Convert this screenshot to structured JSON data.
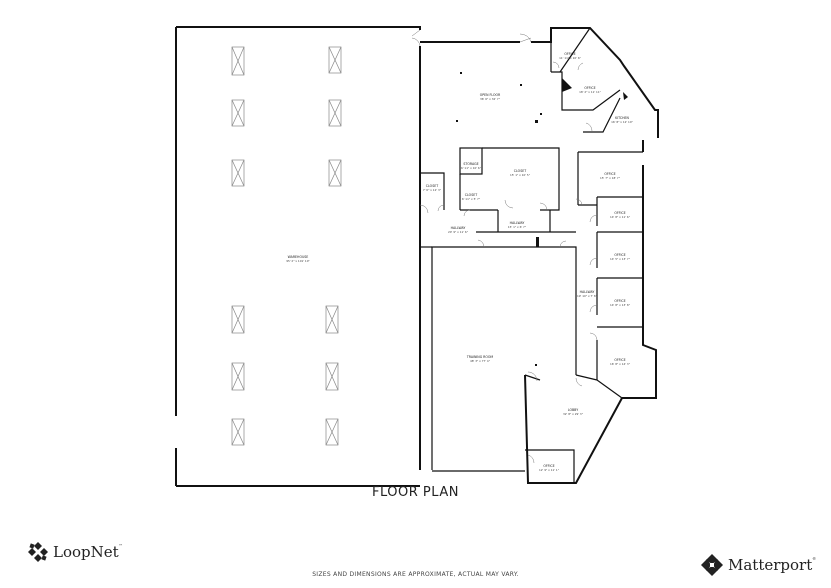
{
  "title": "FLOOR PLAN",
  "disclaimer": "SIZES AND DIMENSIONS ARE APPROXIMATE, ACTUAL MAY VARY.",
  "brands": {
    "left": {
      "name": "LoopNet",
      "mark": "™"
    },
    "right": {
      "name": "Matterport",
      "mark": "®"
    }
  },
  "rooms": {
    "warehouse": {
      "name": "WAREHOUSE",
      "dims": "95' 2\" x 101' 10\""
    },
    "open_floor": {
      "name": "OPEN FLOOR",
      "dims": "36' 6\" x 32' 7\""
    },
    "office_top": {
      "name": "OFFICE",
      "dims": "11' 11\" x 10' 6\""
    },
    "office_2": {
      "name": "OFFICE",
      "dims": "18' 2\" x 11' 11\""
    },
    "kitchen": {
      "name": "KITCHEN",
      "dims": "16' 8\" x 12' 10\""
    },
    "storage": {
      "name": "STORAGE",
      "dims": "6' 11\" x 10' 6\""
    },
    "closet_big": {
      "name": "CLOSET",
      "dims": "15' 1\" x 10' 5\""
    },
    "closet_left": {
      "name": "CLOSET",
      "dims": "7' 6\" x 12' 3\""
    },
    "closet_small": {
      "name": "CLOSET",
      "dims": "6' 11\" x 5' 7\""
    },
    "office_3": {
      "name": "OFFICE",
      "dims": "15' 7\" x 18' 7\""
    },
    "office_4": {
      "name": "OFFICE",
      "dims": "14' 8\" x 11' 6\""
    },
    "office_5": {
      "name": "OFFICE",
      "dims": "14' 5\" x 13' 7\""
    },
    "office_6": {
      "name": "OFFICE",
      "dims": "14' 8\" x 13' 8\""
    },
    "office_7": {
      "name": "OFFICE",
      "dims": "16' 8\" x 14' 3\""
    },
    "hallway_left": {
      "name": "HALLWAY",
      "dims": "20' 9\" x 11' 6\""
    },
    "hallway_mid": {
      "name": "HALLWAY",
      "dims": "15' 1\" x 6' 7\""
    },
    "hallway_right": {
      "name": "HALLWAY",
      "dims": "19' 10\" x 7' 8\""
    },
    "training_room": {
      "name": "TRAINING ROOM",
      "dims": "48' 3\" x 77' 4\""
    },
    "lobby": {
      "name": "LOBBY",
      "dims": "32' 8\" x 29' 3\""
    },
    "office_lobby": {
      "name": "OFFICE",
      "dims": "12' 9\" x 11' 1\""
    }
  }
}
